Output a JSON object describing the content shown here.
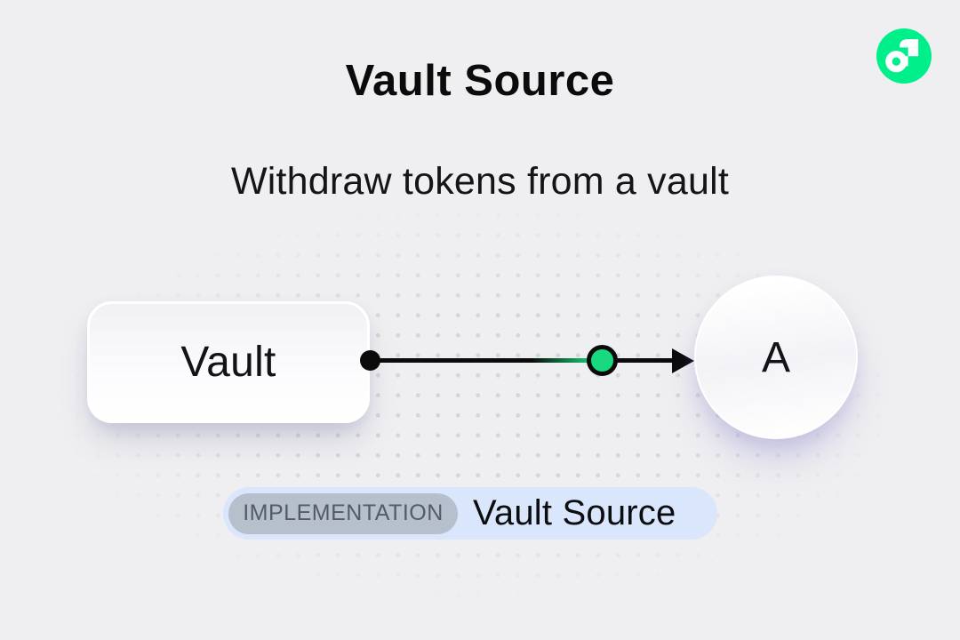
{
  "page": {
    "title": "Vault Source",
    "subtitle": "Withdraw tokens from a vault"
  },
  "diagram": {
    "source_node": {
      "label": "Vault"
    },
    "target_node": {
      "label": "A"
    },
    "edge": {
      "direction": "left-to-right"
    }
  },
  "badge": {
    "tag": "IMPLEMENTATION",
    "label": "Vault Source"
  },
  "logo": {
    "name": "flow-logo"
  },
  "colors": {
    "bg": "#efeff1",
    "dot": "#d6d6d8",
    "ink": "#0b0b0c",
    "accent_green": "#17da7e",
    "logo_green": "#00ef8b",
    "badge_bg": "#d9e6fc",
    "chip_bg": "#b6c0cc",
    "chip_text": "#545b64"
  }
}
